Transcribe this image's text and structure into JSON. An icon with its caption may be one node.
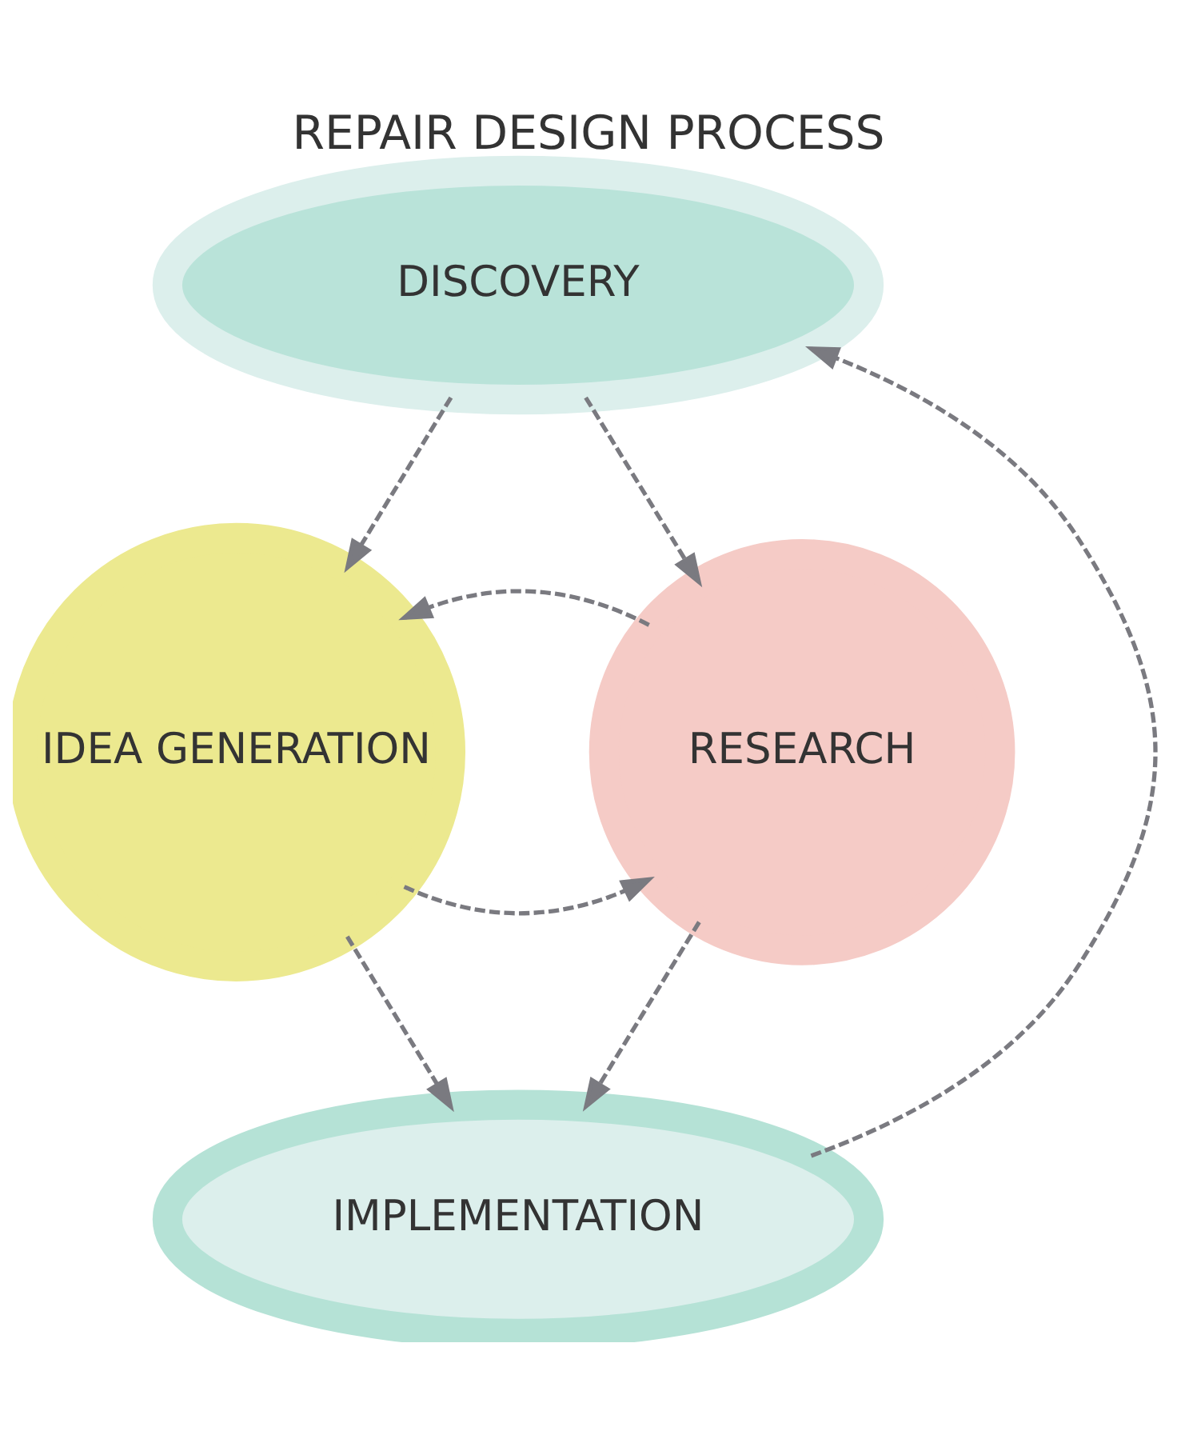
{
  "diagram": {
    "title": "REPAIR DESIGN PROCESS",
    "nodes": [
      {
        "text": [
          "DISCOVERY"
        ]
      },
      {
        "text": [
          "IDEA GENERATION"
        ]
      },
      {
        "text": [
          "RESEARCH"
        ]
      },
      {
        "text": [
          "IMPLEMENTATION"
        ]
      }
    ],
    "edges": [
      {
        "from": 0,
        "to": 1,
        "arrow": "to",
        "style": "dashed"
      },
      {
        "from": 0,
        "to": 2,
        "arrow": "to",
        "style": "dashed"
      },
      {
        "from": 1,
        "to": 2,
        "arrow": "to",
        "style": "dashed"
      },
      {
        "from": 2,
        "to": 1,
        "arrow": "to",
        "style": "dashed"
      },
      {
        "from": 1,
        "to": 3,
        "arrow": "to",
        "style": "dashed"
      },
      {
        "from": 2,
        "to": 3,
        "arrow": "to",
        "style": "dashed"
      },
      {
        "from": 3,
        "to": 0,
        "arrow": "to",
        "style": "dashed"
      }
    ]
  }
}
